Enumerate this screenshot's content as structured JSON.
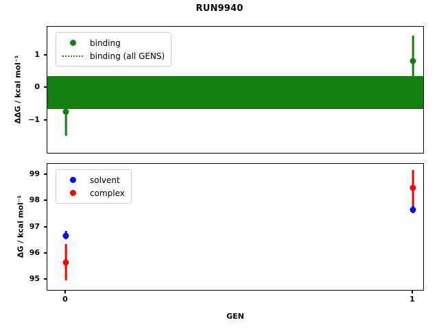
{
  "figure": {
    "title": "RUN9940",
    "xlabel": "GEN"
  },
  "colors": {
    "binding_green": "#118011",
    "solvent_blue": "#0000ff",
    "complex_red": "#ff0000",
    "axis_black": "#000000",
    "background": "#ffffff"
  },
  "panels": {
    "top": {
      "ylabel": "ΔΔG / kcal mol⁻¹",
      "ytick_labels": [
        "1",
        "0",
        "−1"
      ],
      "legend": [
        {
          "label": "binding",
          "key": "dot",
          "color": "#118011"
        },
        {
          "label": "binding (all GENS)",
          "key": "dotted-line",
          "color": "#118011"
        }
      ]
    },
    "bottom": {
      "ylabel": "ΔG / kcal mol⁻¹",
      "ytick_labels": [
        "99",
        "98",
        "97",
        "96",
        "95"
      ],
      "legend": [
        {
          "label": "solvent",
          "key": "dot",
          "color": "#0000ff"
        },
        {
          "label": "complex",
          "key": "dot",
          "color": "#ff0000"
        }
      ]
    }
  },
  "xtick_labels": [
    "0",
    "1"
  ],
  "chart_data": [
    {
      "type": "scatter",
      "panel": "top",
      "title": "RUN9940",
      "xlabel": "",
      "ylabel": "ΔΔG / kcal mol⁻¹",
      "x": [
        0,
        1
      ],
      "xlim": [
        -0.05,
        1.05
      ],
      "ylim": [
        -1.92,
        1.68
      ],
      "yticks": [
        1,
        0,
        -1
      ],
      "xticks": [
        0,
        1
      ],
      "grid": false,
      "legend_position": "upper left",
      "series": [
        {
          "name": "binding",
          "color": "#118011",
          "marker": "o",
          "values": [
            -1.02,
            0.76
          ],
          "yerr_low": [
            -1.65,
            0.32
          ],
          "yerr_high": [
            -0.32,
            1.43
          ]
        },
        {
          "name": "binding (all GENS)",
          "color": "#118011",
          "style": "dotted-band",
          "band_center": -0.145,
          "band_low": -0.65,
          "band_high": 0.36
        }
      ]
    },
    {
      "type": "scatter",
      "panel": "bottom",
      "title": "",
      "xlabel": "GEN",
      "ylabel": "ΔG / kcal mol⁻¹",
      "x": [
        0,
        1
      ],
      "xlim": [
        -0.05,
        1.05
      ],
      "ylim": [
        94.62,
        99.22
      ],
      "yticks": [
        99,
        98,
        97,
        96,
        95
      ],
      "xticks": [
        0,
        1
      ],
      "grid": false,
      "legend_position": "upper left",
      "series": [
        {
          "name": "solvent",
          "color": "#0000ff",
          "marker": "o",
          "values": [
            96.62,
            97.56
          ],
          "yerr_low": [
            96.48,
            97.42
          ],
          "yerr_high": [
            96.78,
            97.7
          ]
        },
        {
          "name": "complex",
          "color": "#ff0000",
          "marker": "o",
          "values": [
            95.6,
            98.35
          ],
          "yerr_low": [
            94.94,
            97.7
          ],
          "yerr_high": [
            96.3,
            99.0
          ]
        }
      ]
    }
  ]
}
